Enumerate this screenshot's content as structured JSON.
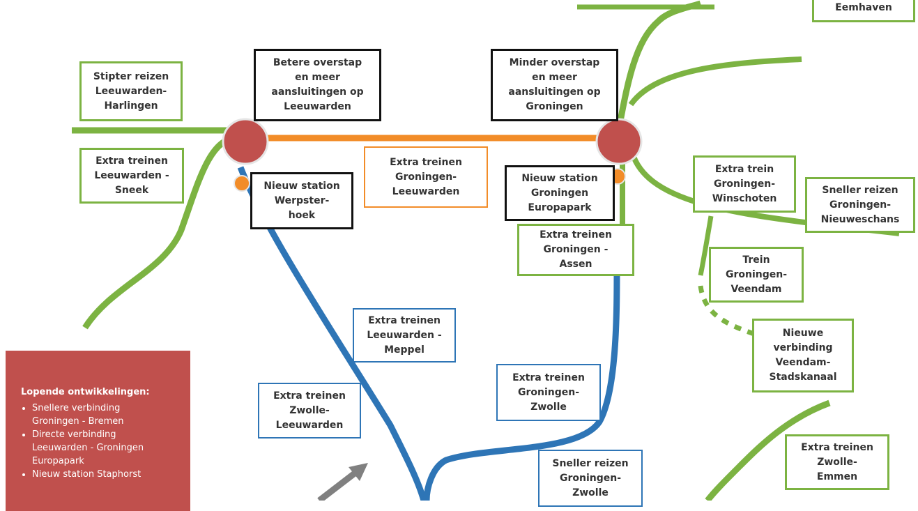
{
  "colors": {
    "green_line": "#7cb342",
    "orange_line": "#f28c28",
    "blue_line": "#2e75b6",
    "station_red": "#c0504d",
    "panel_red": "#c0504d",
    "arrow_gray": "#808080"
  },
  "labels": {
    "eemhaven": "Eemhaven",
    "stipter": "Stipter reizen\nLeeuwarden-\nHarlingen",
    "betere": "Betere overstap\nen meer\naansluitingen op\nLeeuwarden",
    "minder": "Minder overstap\nen meer\naansluitingen op\nGroningen",
    "extra_sneek": "Extra treinen\nLeeuwarden -\nSneek",
    "extra_gron_leeuw": "Extra treinen\nGroningen-\nLeeuwarden",
    "werpster": "Nieuw station\nWerpster-\nhoek",
    "europapark": "Nieuw station\nGroningen\nEuropapark",
    "winschoten": "Extra trein\nGroningen-\nWinschoten",
    "nieuweschans": "Sneller reizen\nGroningen-\nNieuweschans",
    "assen": "Extra treinen\nGroningen -\nAssen",
    "veendam": "Trein\nGroningen-\nVeendam",
    "stadskanaal": "Nieuwe\nverbinding\nVeendam-\nStadskanaal",
    "meppel": "Extra treinen\nLeeuwarden -\nMeppel",
    "zwolle_leeuw": "Extra treinen\nZwolle-\nLeeuwarden",
    "gron_zwolle": "Extra treinen\nGroningen-\nZwolle",
    "sneller_zwolle": "Sneller reizen\nGroningen-\nZwolle",
    "emmen": "Extra treinen\nZwolle-\nEmmen"
  },
  "panel": {
    "title": "Lopende  ontwikkelingen:",
    "items": [
      "Snellere verbinding\nGroningen - Bremen",
      "Directe verbinding\nLeeuwarden - Groningen\nEuropapark",
      "Nieuw station Staphorst"
    ]
  }
}
